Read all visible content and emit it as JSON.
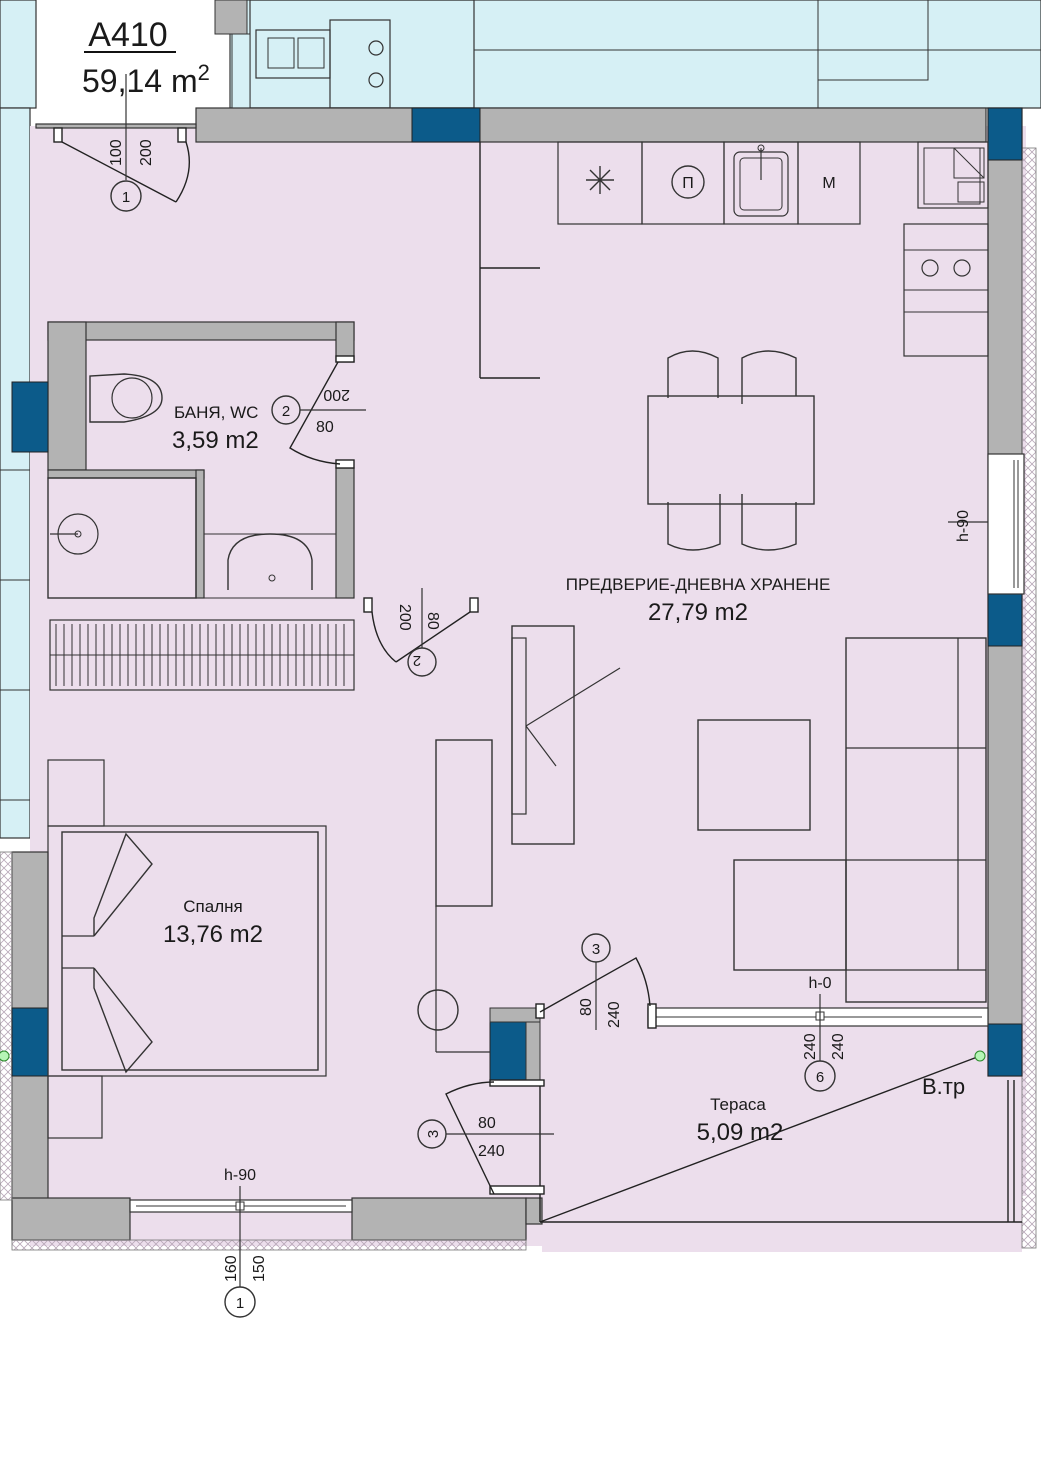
{
  "unit": {
    "code": "A410",
    "area": "59,14 m",
    "area_sup": "2"
  },
  "rooms": {
    "bath": {
      "name": "БАНЯ, WC",
      "area": "3,59 m2"
    },
    "living": {
      "name": "ПРЕДВЕРИЕ-ДНЕВНА ХРАНЕНЕ",
      "area": "27,79 m2"
    },
    "bedroom": {
      "name": "Спалня",
      "area": "13,76 m2"
    },
    "terrace": {
      "name": "Тераса",
      "area": "5,09 m2"
    }
  },
  "kitchen_labels": {
    "stove": "П",
    "fridge": "М"
  },
  "shaft_label": "В.тр",
  "markers": {
    "entry": {
      "num": "1",
      "w": "100",
      "h": "200"
    },
    "bath_door": {
      "num": "2",
      "h": "200",
      "w": "80"
    },
    "bed_door": {
      "num": "2",
      "h": "200",
      "w": "80"
    },
    "terrace_door": {
      "num": "3",
      "w": "80",
      "h": "240"
    },
    "bed_terrace_door": {
      "num": "3",
      "w": "80",
      "h": "240"
    },
    "terrace_window": {
      "num": "6",
      "sill": "h-0",
      "w": "240",
      "h": "240"
    },
    "bed_window": {
      "num": "1",
      "sill": "h-90",
      "w": "160",
      "h": "150"
    },
    "right_window": {
      "sill": "h-90"
    }
  },
  "colors": {
    "floor": "#ecdeec",
    "wall": "#b3b3b3",
    "column": "#0c5b8a",
    "neighbor": "#d6f0f5"
  }
}
